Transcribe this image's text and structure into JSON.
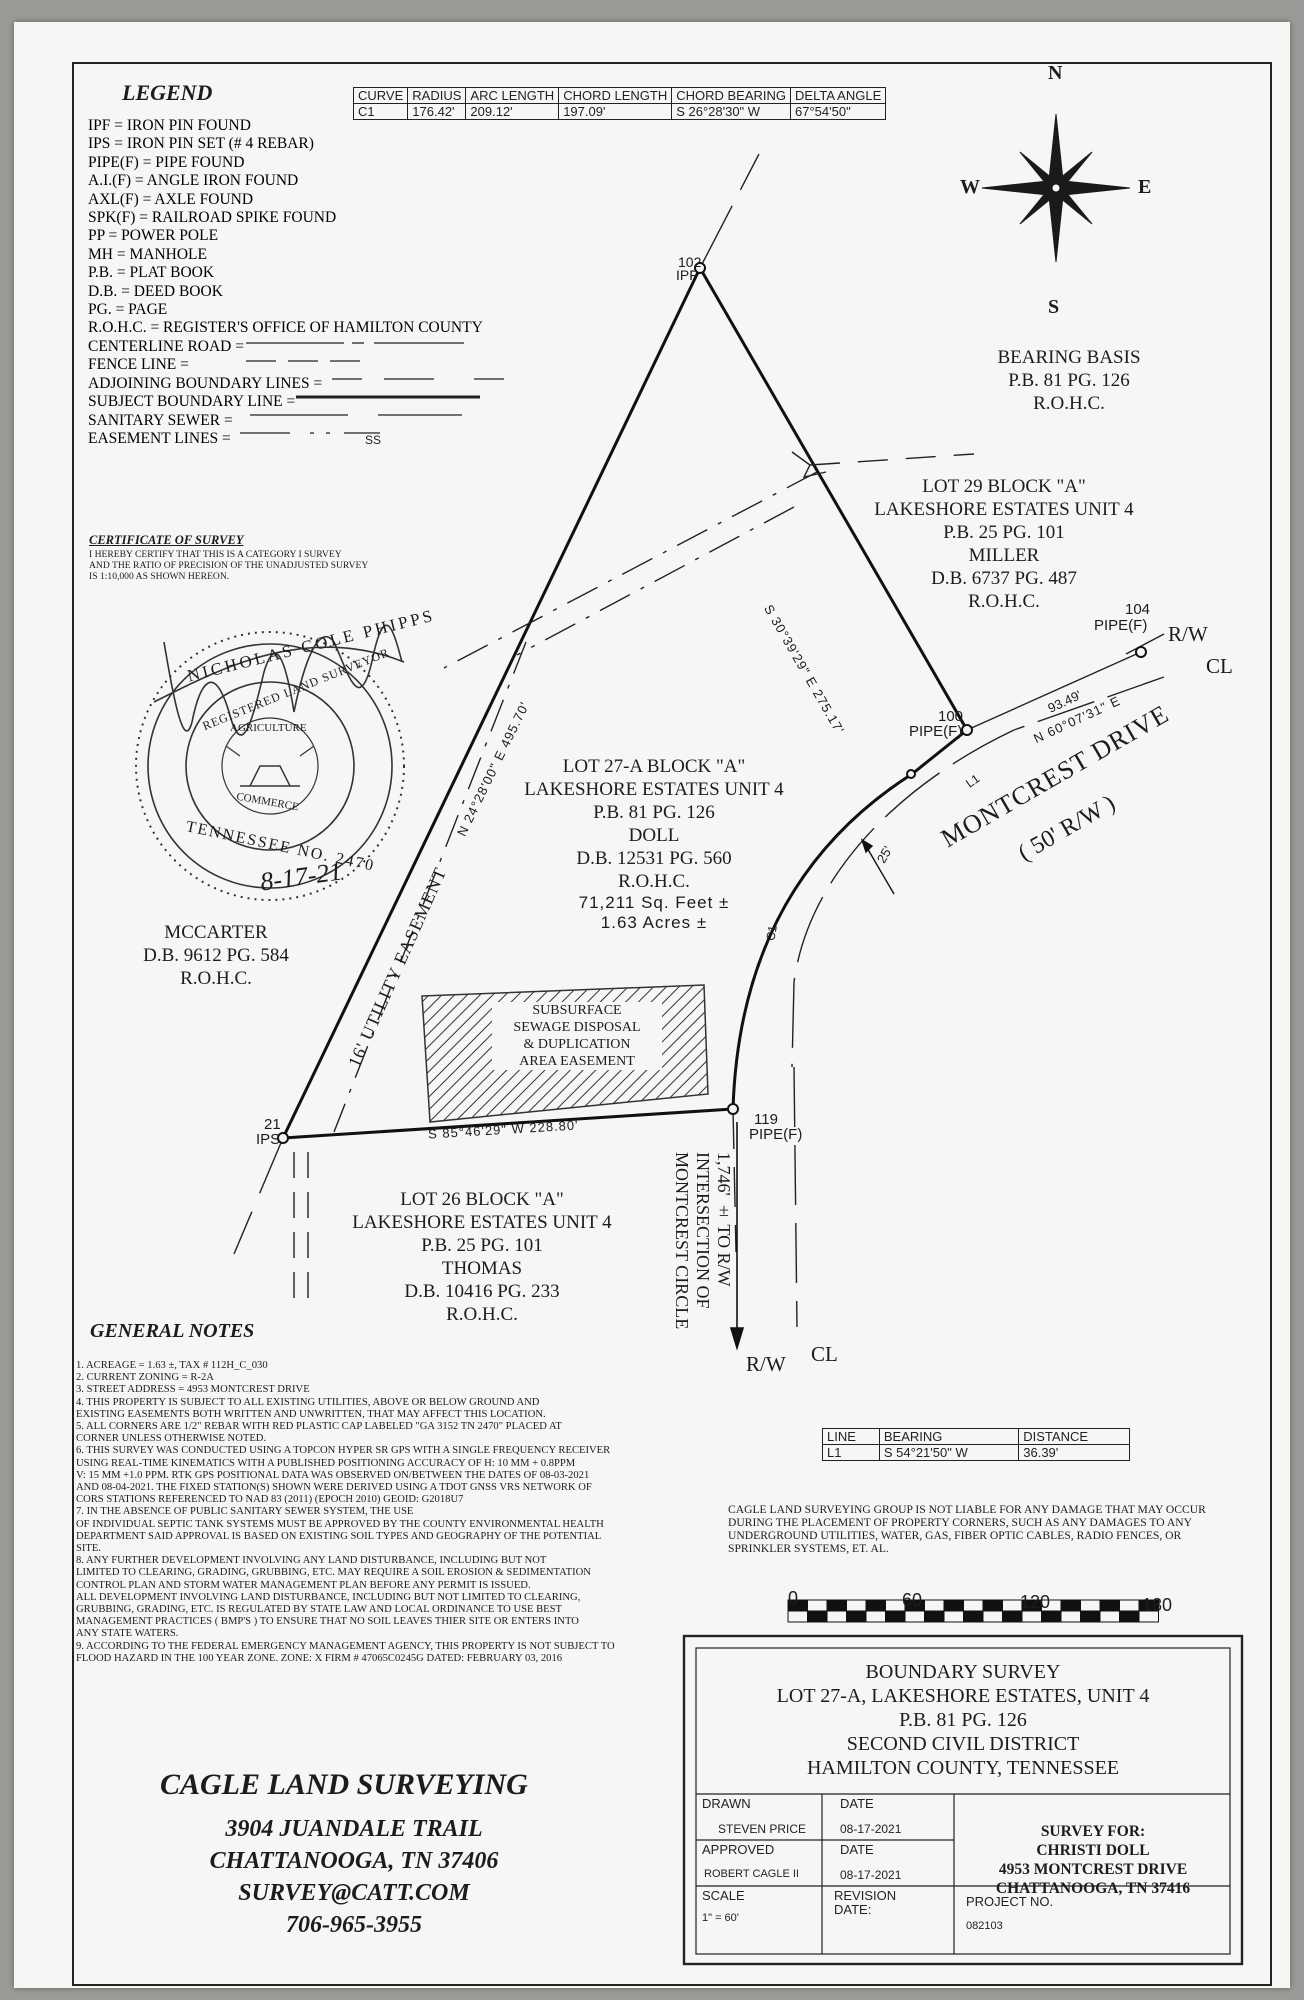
{
  "legend": {
    "title": "LEGEND",
    "items": [
      "IPF = IRON PIN FOUND",
      "IPS = IRON PIN SET (# 4 REBAR)",
      "PIPE(F) = PIPE FOUND",
      "A.I.(F) = ANGLE IRON FOUND",
      "AXL(F) = AXLE FOUND",
      "SPK(F) = RAILROAD SPIKE FOUND",
      "PP = POWER POLE",
      "MH = MANHOLE",
      "P.B. = PLAT BOOK",
      "D.B. = DEED BOOK",
      "PG. = PAGE",
      "R.O.H.C. = REGISTER'S OFFICE OF HAMILTON COUNTY",
      "CENTERLINE ROAD =",
      "FENCE LINE =",
      "ADJOINING BOUNDARY LINES =",
      "SUBJECT BOUNDARY LINE =",
      "SANITARY SEWER =",
      "EASEMENT LINES ="
    ],
    "sewer_symbol": "SS"
  },
  "curve_table": {
    "headers": [
      "CURVE",
      "RADIUS",
      "ARC LENGTH",
      "CHORD LENGTH",
      "CHORD BEARING",
      "DELTA ANGLE"
    ],
    "row": [
      "C1",
      "176.42'",
      "209.12'",
      "197.09'",
      "S 26°28'30\" W",
      "67°54'50\""
    ]
  },
  "line_table": {
    "headers": [
      "LINE",
      "BEARING",
      "DISTANCE"
    ],
    "row": [
      "L1",
      "S 54°21'50\" W",
      "36.39'"
    ]
  },
  "compass": {
    "n": "N",
    "e": "E",
    "s": "S",
    "w": "W"
  },
  "bearing_basis": [
    "BEARING BASIS",
    "P.B. 81 PG. 126",
    "R.O.H.C."
  ],
  "certificate": {
    "title": "CERTIFICATE OF SURVEY",
    "text": [
      "I HEREBY CERTIFY THAT THIS IS A CATEGORY I SURVEY",
      "AND THE RATIO OF PRECISION OF THE UNADJUSTED SURVEY",
      "IS 1:10,000 AS SHOWN HEREON."
    ]
  },
  "seal": {
    "name": "NICHOLAS COLE PHIPPS",
    "inner": "REGISTERED LAND SURVEYOR",
    "agri": "AGRICULTURE",
    "commerce": "COMMERCE",
    "state": "TENNESSEE NO. 2470",
    "date": "8-17-21"
  },
  "lots": {
    "lot29": [
      "LOT 29 BLOCK \"A\"",
      "LAKESHORE ESTATES UNIT 4",
      "P.B. 25 PG. 101",
      "MILLER",
      "D.B. 6737 PG. 487",
      "R.O.H.C."
    ],
    "subject": [
      "LOT 27-A BLOCK \"A\"",
      "LAKESHORE ESTATES UNIT 4",
      "P.B. 81 PG. 126",
      "DOLL",
      "D.B. 12531 PG. 560",
      "R.O.H.C."
    ],
    "area": [
      "71,211 Sq. Feet ±",
      "1.63 Acres ±"
    ],
    "mccarter": [
      "MCCARTER",
      "D.B. 9612 PG. 584",
      "R.O.H.C."
    ],
    "lot26": [
      "LOT 26 BLOCK \"A\"",
      "LAKESHORE ESTATES UNIT 4",
      "P.B. 25 PG. 101",
      "THOMAS",
      "D.B. 10416 PG. 233",
      "R.O.H.C."
    ]
  },
  "map_labels": {
    "pt102": [
      "102",
      "IPF"
    ],
    "pt104": [
      "104",
      "PIPE(F)"
    ],
    "pt100": [
      "100",
      "PIPE(F)"
    ],
    "pt119": [
      "119",
      "PIPE(F)"
    ],
    "pt21": [
      "21",
      "IPS"
    ],
    "rw": "R/W",
    "cl": "CL",
    "bearing_ne": "S 30°39'29\" E   275.17'",
    "bearing_road": "93.49'",
    "bearing_road2": "N 60°07'31\" E",
    "bearing_west": "N 24°28'00\" E   495.70'",
    "bearing_south": "S 85°46'29\" W   228.80'",
    "utility": "16' UTILITY EASEMENT",
    "septic": [
      "SUBSURFACE",
      "SEWAGE DISPOSAL",
      "& DUPLICATION",
      "AREA EASEMENT"
    ],
    "road": [
      "MONTCREST DRIVE",
      "( 50' R/W )"
    ],
    "setback": "25'",
    "l1": "L1",
    "c1": "C1",
    "distance_note": [
      "1,746' ± TO R/W",
      "INTERSECTION OF",
      "MONTCREST CIRCLE"
    ]
  },
  "general_notes": {
    "title": "GENERAL NOTES",
    "lines": [
      "1.   ACREAGE = 1.63 ±, TAX # 112H_C_030",
      "2.   CURRENT ZONING = R-2A",
      "3.   STREET ADDRESS = 4953 MONTCREST DRIVE",
      "4.   THIS PROPERTY IS SUBJECT TO ALL EXISTING UTILITIES, ABOVE OR BELOW GROUND AND",
      "      EXISTING EASEMENTS BOTH WRITTEN AND UNWRITTEN, THAT MAY AFFECT THIS LOCATION.",
      "5.   ALL CORNERS ARE 1/2\" REBAR WITH RED PLASTIC CAP LABELED \"GA 3152 TN 2470\" PLACED AT",
      "      CORNER UNLESS OTHERWISE NOTED.",
      "6.   THIS SURVEY WAS CONDUCTED USING A TOPCON HYPER SR GPS WITH A SINGLE FREQUENCY RECEIVER",
      "      USING REAL-TIME KINEMATICS WITH A PUBLISHED POSITIONING ACCURACY OF H: 10 MM + 0.8PPM",
      "      V: 15 MM +1.0 PPM. RTK GPS POSITIONAL DATA WAS OBSERVED ON/BETWEEN THE DATES OF 08-03-2021",
      "      AND 08-04-2021. THE FIXED STATION(S) SHOWN WERE DERIVED USING A TDOT GNSS VRS NETWORK OF",
      "      CORS STATIONS REFERENCED TO NAD 83 (2011) (EPOCH 2010) GEOID: G2018U7",
      "7.   IN THE ABSENCE OF PUBLIC SANITARY SEWER SYSTEM, THE USE",
      "      OF INDIVIDUAL SEPTIC TANK SYSTEMS MUST BE APPROVED BY THE COUNTY ENVIRONMENTAL HEALTH",
      "      DEPARTMENT SAID APPROVAL IS BASED ON EXISTING SOIL TYPES AND GEOGRAPHY OF THE POTENTIAL",
      "      SITE.",
      "8.   ANY FURTHER DEVELOPMENT INVOLVING ANY LAND DISTURBANCE, INCLUDING BUT NOT",
      "      LIMITED TO CLEARING, GRADING, GRUBBING, ETC. MAY REQUIRE A SOIL EROSION & SEDIMENTATION",
      "      CONTROL PLAN AND STORM WATER MANAGEMENT PLAN BEFORE ANY PERMIT IS ISSUED.",
      "      ALL DEVELOPMENT INVOLVING LAND DISTURBANCE, INCLUDING BUT NOT LIMITED TO CLEARING,",
      "      GRUBBING, GRADING, ETC. IS REGULATED BY STATE LAW AND LOCAL ORDINANCE TO USE BEST",
      "      MANAGEMENT PRACTICES ( BMP'S ) TO ENSURE THAT NO SOIL LEAVES THIER SITE OR ENTERS INTO",
      "      ANY STATE WATERS.",
      "9.   ACCORDING TO THE FEDERAL EMERGENCY MANAGEMENT AGENCY, THIS PROPERTY IS NOT SUBJECT TO",
      "      FLOOD HAZARD IN THE 100 YEAR ZONE. ZONE: X    FIRM # 47065C0245G  DATED: FEBRUARY 03, 2016"
    ]
  },
  "liability": [
    "CAGLE LAND SURVEYING GROUP IS NOT LIABLE FOR ANY DAMAGE THAT MAY OCCUR",
    "DURING THE PLACEMENT OF PROPERTY CORNERS, SUCH AS ANY DAMAGES TO ANY",
    "UNDERGROUND UTILITIES, WATER, GAS, FIBER OPTIC CABLES, RADIO FENCES, OR",
    "SPRINKLER SYSTEMS, ET. AL."
  ],
  "scale_bar": [
    "0",
    "60",
    "120",
    "180"
  ],
  "firm": {
    "name": "CAGLE LAND SURVEYING",
    "address": "3904 JUANDALE TRAIL",
    "city": "CHATTANOOGA, TN 37406",
    "email": "SURVEY@CATT.COM",
    "phone": "706-965-3955"
  },
  "title_block": {
    "title": [
      "BOUNDARY SURVEY",
      "LOT 27-A, LAKESHORE ESTATES, UNIT 4",
      "P.B. 81 PG. 126",
      "SECOND CIVIL DISTRICT",
      "HAMILTON COUNTY, TENNESSEE"
    ],
    "drawn_label": "DRAWN",
    "drawn_value": "STEVEN PRICE",
    "date_label": "DATE",
    "date1": "08-17-2021",
    "approved_label": "APPROVED",
    "approved_value": "ROBERT CAGLE II",
    "date2": "08-17-2021",
    "scale_label": "SCALE",
    "scale_value": "1\" = 60'",
    "revision_label": "REVISION",
    "revision_date": "DATE:",
    "project_label": "PROJECT NO.",
    "project_value": "082103",
    "survey_for": [
      "SURVEY FOR:",
      "CHRISTI DOLL",
      "4953 MONTCREST DRIVE",
      "CHATTANOOGA, TN 37416"
    ]
  }
}
